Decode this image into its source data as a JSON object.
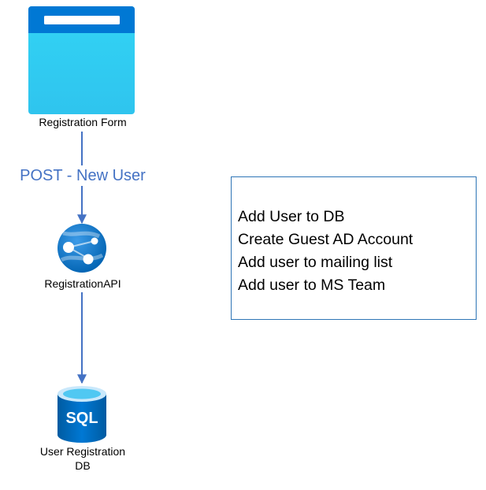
{
  "nodes": {
    "form": {
      "label": "Registration Form",
      "icon": "web-form-icon"
    },
    "api": {
      "label": "RegistrationAPI",
      "icon": "app-service-globe-icon"
    },
    "db": {
      "label": "User Registration\nDB",
      "icon": "sql-database-icon",
      "badge": "SQL"
    }
  },
  "edges": [
    {
      "from": "form",
      "to": "api",
      "label": "POST - New User"
    },
    {
      "from": "api",
      "to": "db",
      "label": ""
    }
  ],
  "steps_box": {
    "items": [
      "Add User to DB",
      "Create Guest AD Account",
      "Add user to mailing list",
      "Add user to MS Team"
    ]
  },
  "colors": {
    "arrow": "#4472C4",
    "box_border": "#2E75B6",
    "form_header": "#0078D4",
    "form_body": "#32D4F5",
    "db_body": "#0078D4",
    "globe": "#0078D4"
  }
}
